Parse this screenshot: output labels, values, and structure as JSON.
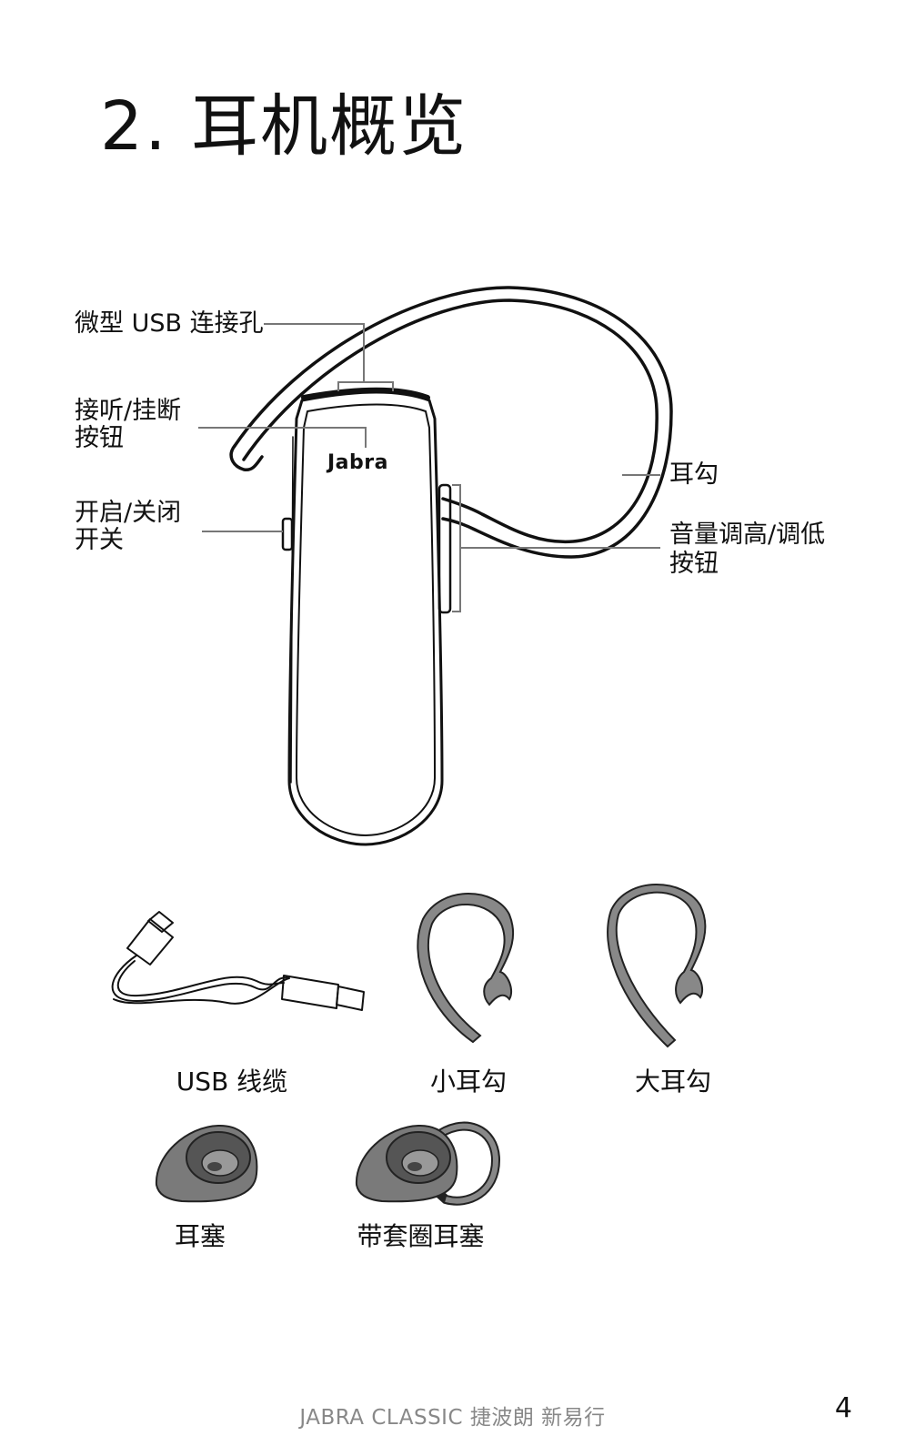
{
  "page": {
    "title": "2. 耳机概览",
    "footer": "JABRA CLASSIC 捷波朗 新易行",
    "page_number": "4"
  },
  "headset": {
    "brand": "Jabra",
    "labels": {
      "micro_usb": "微型 USB 连接孔",
      "answer_end_1": "接听/挂断",
      "answer_end_2": "按钮",
      "power_1": "开启/关闭",
      "power_2": "开关",
      "earhook": "耳勾",
      "volume_1": "音量调高/调低",
      "volume_2": "按钮"
    }
  },
  "accessories": {
    "usb_cable": "USB 线缆",
    "small_earhook": "小耳勾",
    "large_earhook": "大耳勾",
    "eargel": "耳塞",
    "eargel_ring": "带套圈耳塞"
  }
}
